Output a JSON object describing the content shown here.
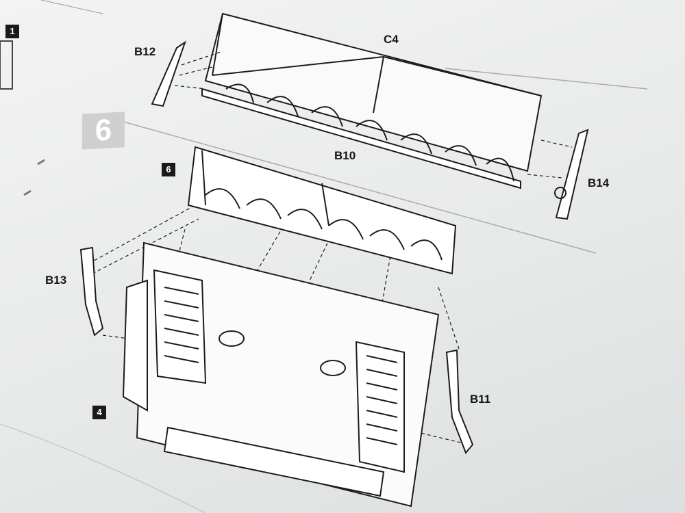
{
  "step_number": "6",
  "callouts": {
    "step_prev": "1",
    "step_ref": "6",
    "step_ref_bottom": "4"
  },
  "parts": {
    "b12": "B12",
    "c4": "C4",
    "b10": "B10",
    "b14": "B14",
    "b13": "B13",
    "b11": "B11"
  }
}
